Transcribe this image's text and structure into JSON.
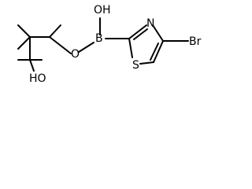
{
  "molecule": {
    "atom_labels": {
      "oh_top": "OH",
      "boron": "B",
      "ester_oxygen": "O",
      "hydroxyl": "HO",
      "nitrogen": "N",
      "sulfur": "S",
      "bromine": "Br"
    }
  },
  "colors": {
    "bond": "#000000",
    "text": "#000000",
    "background": "#ffffff"
  }
}
